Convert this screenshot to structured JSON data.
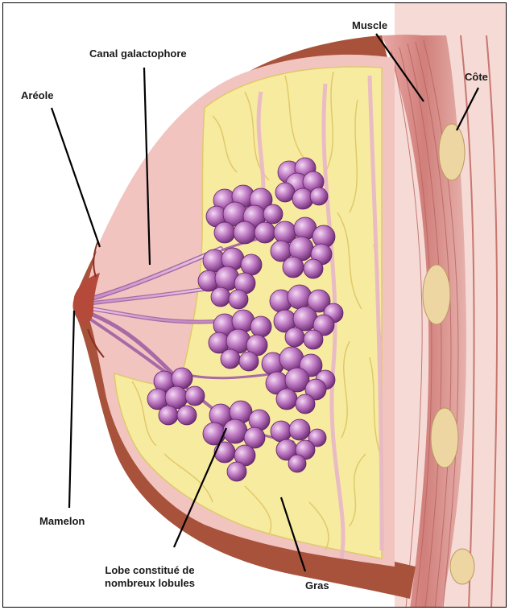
{
  "labels": {
    "muscle": "Muscle",
    "canal": "Canal galactophore",
    "cote": "Côte",
    "areole": "Aréole",
    "mamelon": "Mamelon",
    "lobe_line1": "Lobe constitué de",
    "lobe_line2": "nombreux lobules",
    "gras": "Gras"
  },
  "colors": {
    "skin": "#a8523c",
    "interior": "#f2c4c0",
    "fat": "#f7eba0",
    "lobule": "#b067b6",
    "muscle": "#d98b86",
    "rib": "#eed6a2"
  }
}
